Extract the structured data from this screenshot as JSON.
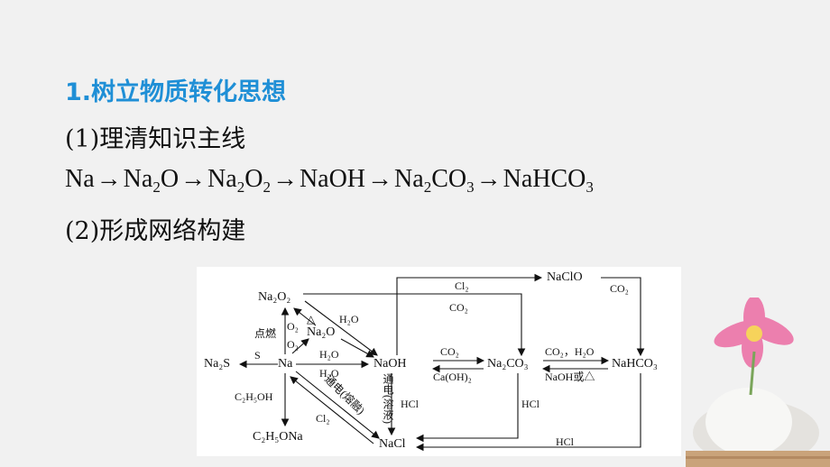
{
  "heading": "1.树立物质转化思想",
  "step1": "(1)理清知识主线",
  "step2": "(2)形成网络构建",
  "chain": [
    {
      "base": "Na",
      "sub": ""
    },
    {
      "base": "Na",
      "sub": "2",
      "tail": "O"
    },
    {
      "base": "Na",
      "sub": "2",
      "tail": "O",
      "sub2": "2"
    },
    {
      "base": "NaOH",
      "sub": ""
    },
    {
      "base": "Na",
      "sub": "2",
      "tail": "CO",
      "sub2": "3"
    },
    {
      "base": "NaHCO",
      "sub": "3"
    }
  ],
  "arrow": "→",
  "diagram": {
    "nodes": {
      "na2o2": "Na₂O₂",
      "na2o": "Na₂O",
      "na": "Na",
      "na2s": "Na₂S",
      "c2h5oh": "C₂H₅OH",
      "c2h5ona": "C₂H₅ONa",
      "naoh": "NaOH",
      "nacl": "NaCl",
      "na2co3": "Na₂CO₃",
      "nahco3": "NaHCO₃",
      "naclo": "NaClO"
    },
    "edges": {
      "cl2_top": "Cl₂",
      "co2_top": "CO₂",
      "co2_naclo": "CO₂",
      "o2_a": "O₂",
      "o2_b": "O₂",
      "delta": "△",
      "h2o_a": "H₂O",
      "h2o_b": "H₂O",
      "h2o_c": "H₂O",
      "dianran": "点燃",
      "s": "S",
      "co2_mid": "CO₂",
      "caoh2": "Ca(OH)₂",
      "co2h2o": "CO₂，H₂O",
      "naoh_or": "NaOH或△",
      "tongdian_rongye": "通电(溶液)",
      "tongdian_rongrong": "通电(熔融)",
      "cl2_low": "Cl₂",
      "hcl_a": "HCl",
      "hcl_b": "HCl",
      "hcl_c": "HCl"
    }
  }
}
